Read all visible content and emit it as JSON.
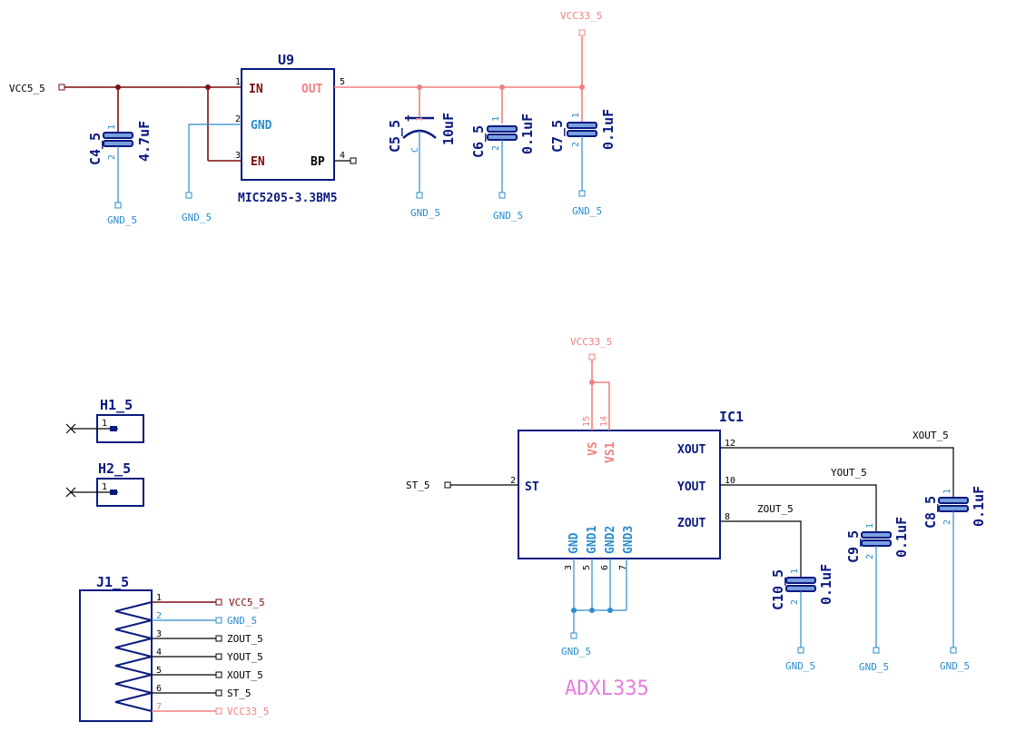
{
  "colors": {
    "power5v": "#7a0f0f",
    "power3v3": "#f08080",
    "ground": "#2a8ccc",
    "signal": "#000000",
    "part": "#0a1a80",
    "annotation": "#e87be0"
  },
  "regulator": {
    "ref": "U9",
    "part_number": "MIC5205-3.3BM5",
    "pins": {
      "in": {
        "name": "IN",
        "num": "1"
      },
      "gnd": {
        "name": "GND",
        "num": "2"
      },
      "en": {
        "name": "EN",
        "num": "3"
      },
      "bp": {
        "name": "BP",
        "num": "4"
      },
      "out": {
        "name": "OUT",
        "num": "5"
      }
    }
  },
  "nets": {
    "vcc5": "VCC5_5",
    "vcc33": "VCC33_5",
    "gnd": "GND_5",
    "st": "ST_5",
    "xout": "XOUT_5",
    "yout": "YOUT_5",
    "zout": "ZOUT_5"
  },
  "caps": {
    "c4": {
      "ref": "C4_5",
      "value": "4.7uF",
      "p1": "1",
      "p2": "2"
    },
    "c5": {
      "ref": "C5_5",
      "value": "10uF",
      "p1": "1",
      "p2": "C"
    },
    "c6": {
      "ref": "C6_5",
      "value": "0.1uF",
      "p1": "1",
      "p2": "2"
    },
    "c7": {
      "ref": "C7_5",
      "value": "0.1uF",
      "p1": "1",
      "p2": "2"
    },
    "c8": {
      "ref": "C8_5",
      "value": "0.1uF",
      "p1": "1",
      "p2": "2"
    },
    "c9": {
      "ref": "C9_5",
      "value": "0.1uF",
      "p1": "1",
      "p2": "2"
    },
    "c10": {
      "ref": "C10_5",
      "value": "0.1uF",
      "p1": "1",
      "p2": "2"
    }
  },
  "holes": {
    "h1": {
      "ref": "H1_5",
      "pin": "1"
    },
    "h2": {
      "ref": "H2_5",
      "pin": "1"
    }
  },
  "accel": {
    "ref": "IC1",
    "name": "ADXL335",
    "pins": {
      "st": {
        "name": "ST",
        "num": "2"
      },
      "vs": {
        "name": "VS",
        "num": "15"
      },
      "vs1": {
        "name": "VS1",
        "num": "14"
      },
      "xout": {
        "name": "XOUT",
        "num": "12"
      },
      "yout": {
        "name": "YOUT",
        "num": "10"
      },
      "zout": {
        "name": "ZOUT",
        "num": "8"
      },
      "gnd": {
        "name": "GND",
        "num": "3"
      },
      "gnd1": {
        "name": "GND1",
        "num": "5"
      },
      "gnd2": {
        "name": "GND2",
        "num": "6"
      },
      "gnd3": {
        "name": "GND3",
        "num": "7"
      }
    }
  },
  "connector": {
    "ref": "J1_5",
    "pins": [
      {
        "num": "1",
        "net": "VCC5_5"
      },
      {
        "num": "2",
        "net": "GND_5"
      },
      {
        "num": "3",
        "net": "ZOUT_5"
      },
      {
        "num": "4",
        "net": "YOUT_5"
      },
      {
        "num": "5",
        "net": "XOUT_5"
      },
      {
        "num": "6",
        "net": "ST_5"
      },
      {
        "num": "7",
        "net": "VCC33_5"
      }
    ]
  }
}
